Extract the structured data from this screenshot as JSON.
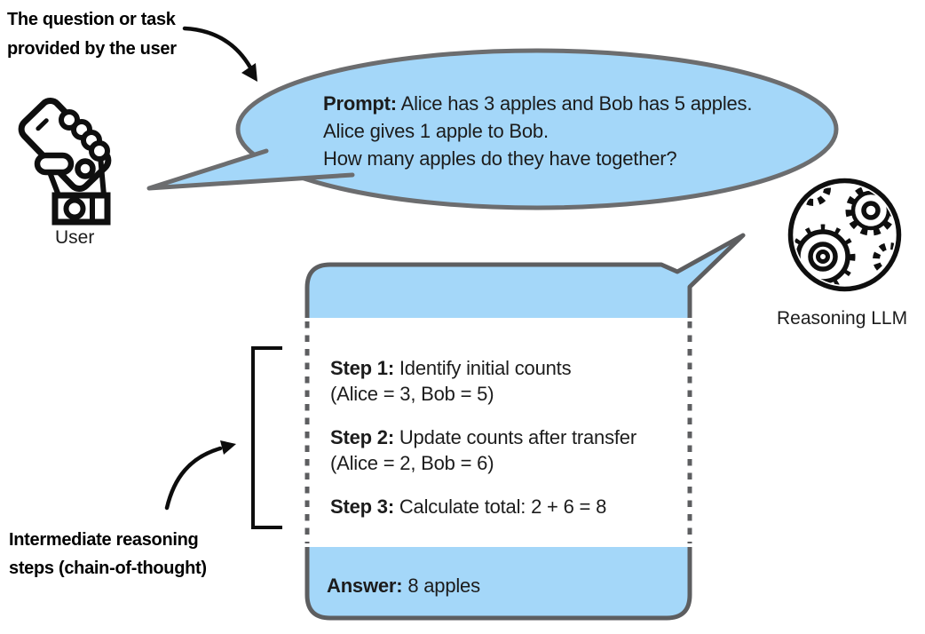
{
  "colors": {
    "bubble_fill": "#a4d7f9",
    "bubble_border": "#6c6d6f",
    "box_border": "#5d5e60",
    "ink": "#0d0d0d"
  },
  "top_annotation": {
    "line1": "The question or task",
    "line2": "provided by the user"
  },
  "bottom_annotation": {
    "line1": "Intermediate reasoning",
    "line2": "steps (chain-of-thought)"
  },
  "user": {
    "label": "User",
    "icon": "hand-holding-phone-icon"
  },
  "llm": {
    "label": "Reasoning LLM",
    "icon": "gears-circle-icon"
  },
  "prompt_bubble": {
    "prefix": "Prompt:",
    "line1_rest": " Alice has 3 apples and Bob has 5 apples.",
    "line2": "Alice gives 1 apple to Bob.",
    "line3": "How many apples do they have together?"
  },
  "response_box": {
    "steps": [
      {
        "prefix": "Step 1:",
        "rest": " Identify initial counts",
        "detail": "(Alice = 3, Bob = 5)"
      },
      {
        "prefix": "Step 2:",
        "rest": " Update counts after transfer",
        "detail": "(Alice = 2, Bob = 6)"
      },
      {
        "prefix": "Step 3:",
        "rest": " Calculate total: 2 + 6 = 8",
        "detail": ""
      }
    ],
    "answer_prefix": "Answer:",
    "answer_rest": " 8 apples"
  }
}
